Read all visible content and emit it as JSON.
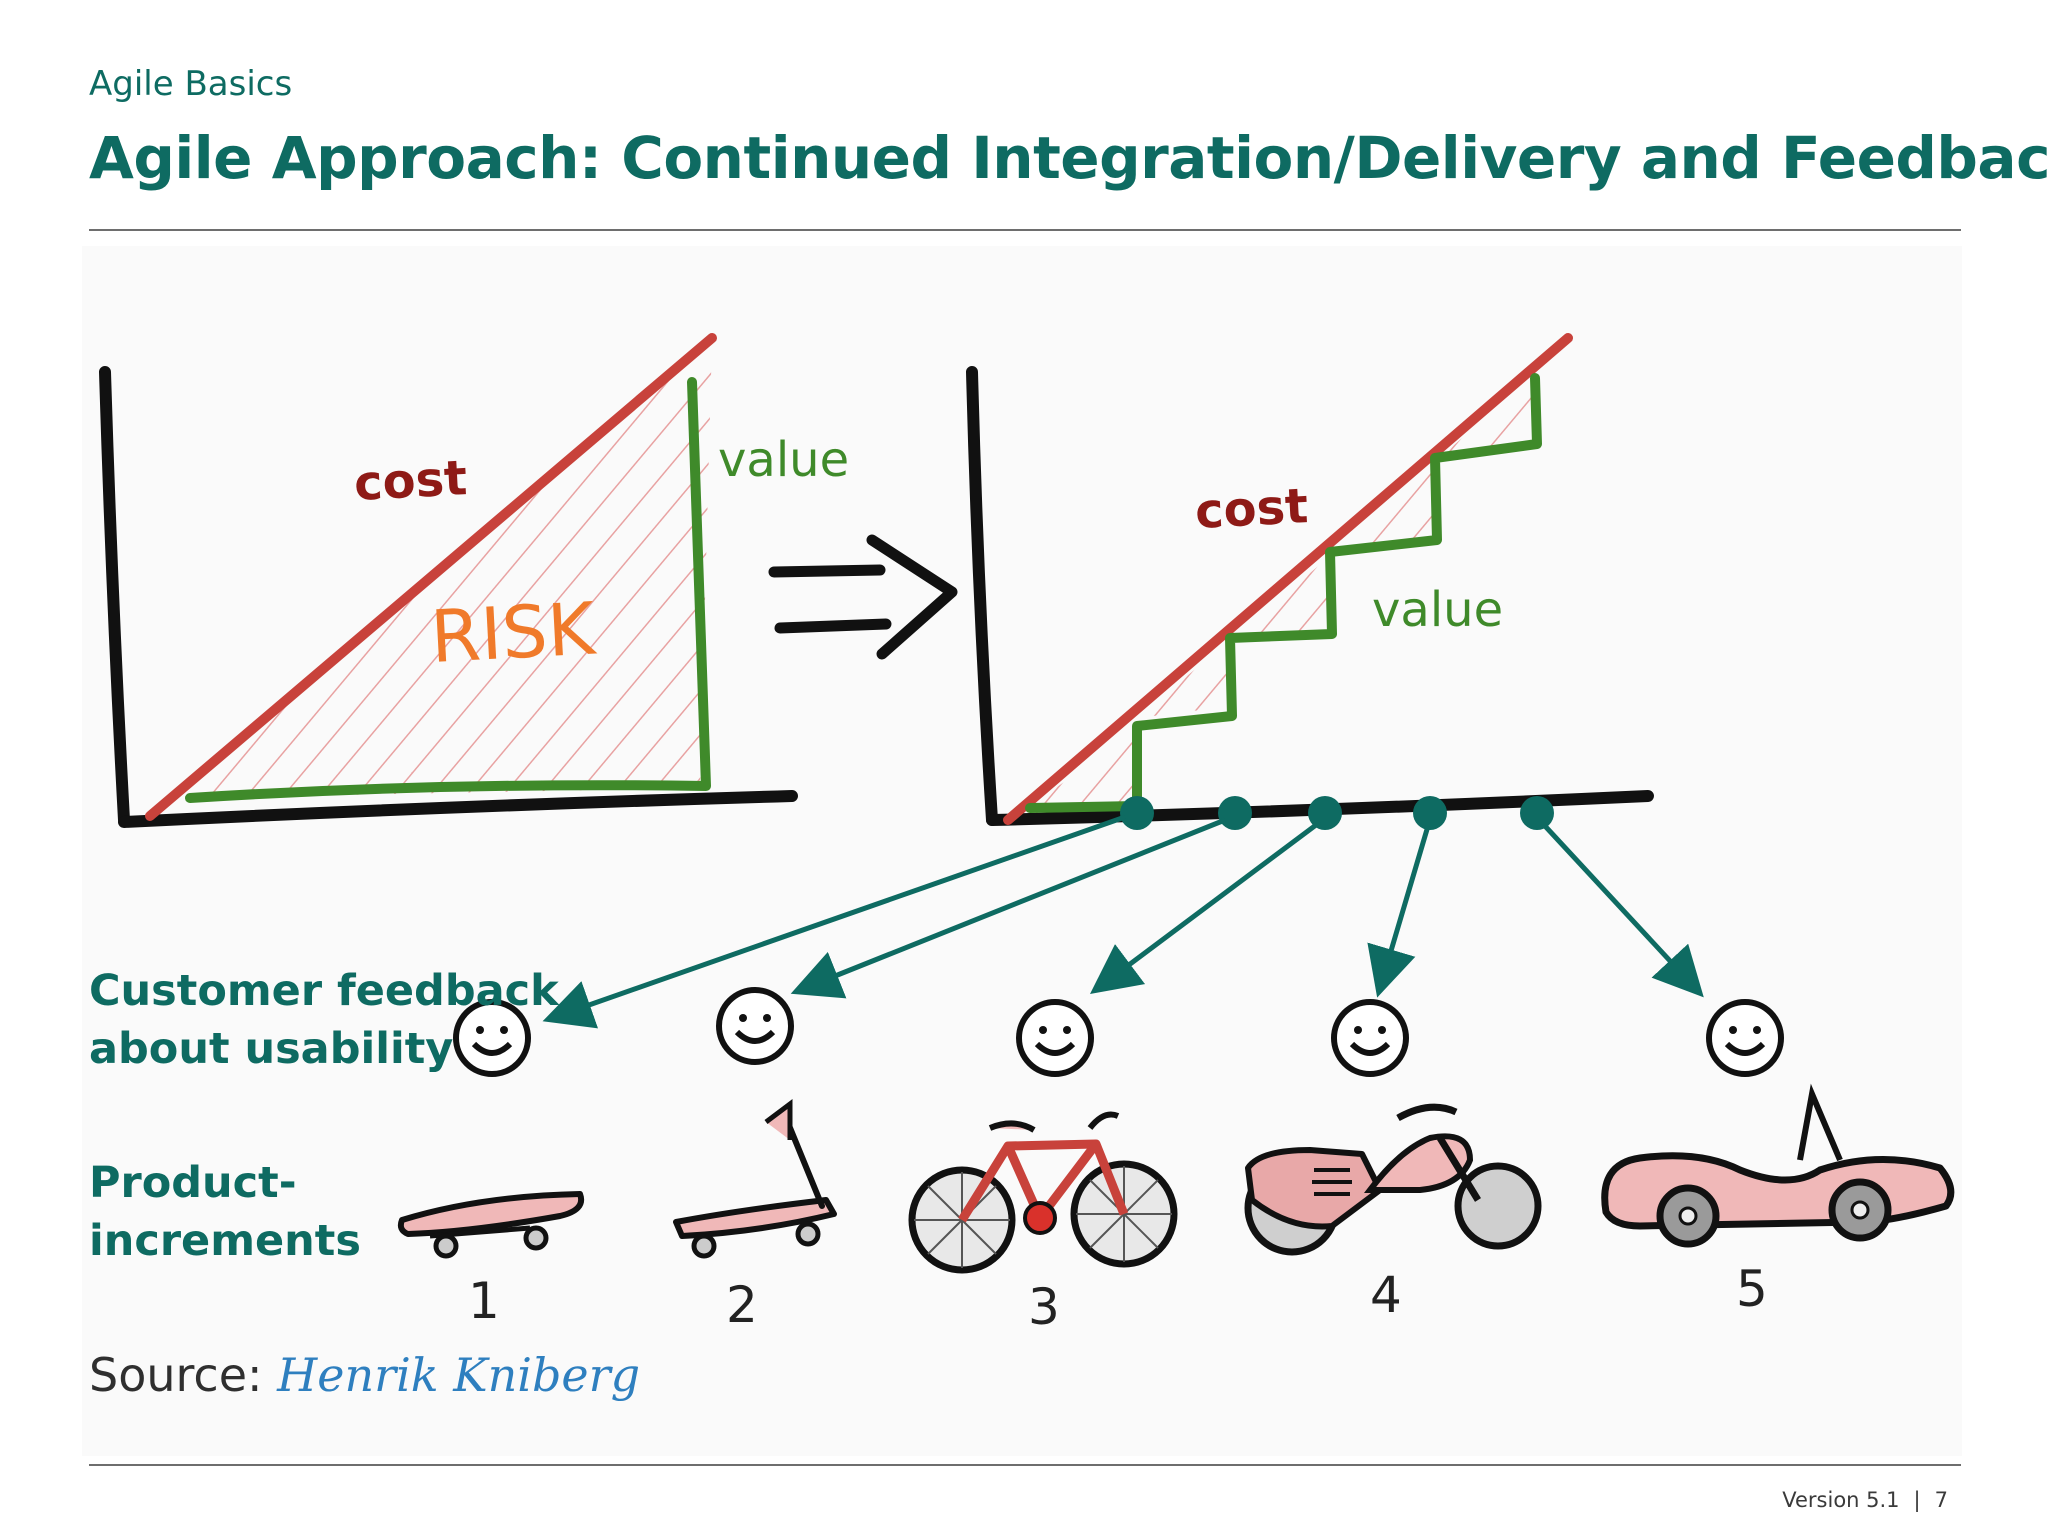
{
  "header": {
    "section": "Agile Basics",
    "title": "Agile Approach: Continued Integration/Delivery and Feedback"
  },
  "diagram": {
    "left_chart": {
      "cost_label": "cost",
      "value_label": "value",
      "risk_label": "RISK"
    },
    "right_chart": {
      "cost_label": "cost",
      "value_label": "value"
    },
    "feedback_label": "Customer feedback\nabout usability",
    "increments_label": "Product-\nincrements",
    "increments": [
      {
        "number": "1",
        "item": "skateboard"
      },
      {
        "number": "2",
        "item": "scooter"
      },
      {
        "number": "3",
        "item": "bicycle"
      },
      {
        "number": "4",
        "item": "motorcycle"
      },
      {
        "number": "5",
        "item": "car"
      }
    ],
    "colors": {
      "teal": "#0e6b62",
      "cost_red": "#c8423b",
      "value_green": "#3f8a2a",
      "risk_orange": "#f07a2a",
      "vehicle_pink": "#f0b8b8"
    }
  },
  "source": {
    "prefix": "Source:",
    "author": "Henrik Kniberg"
  },
  "footer": {
    "version": "Version 5.1",
    "page": "7"
  }
}
